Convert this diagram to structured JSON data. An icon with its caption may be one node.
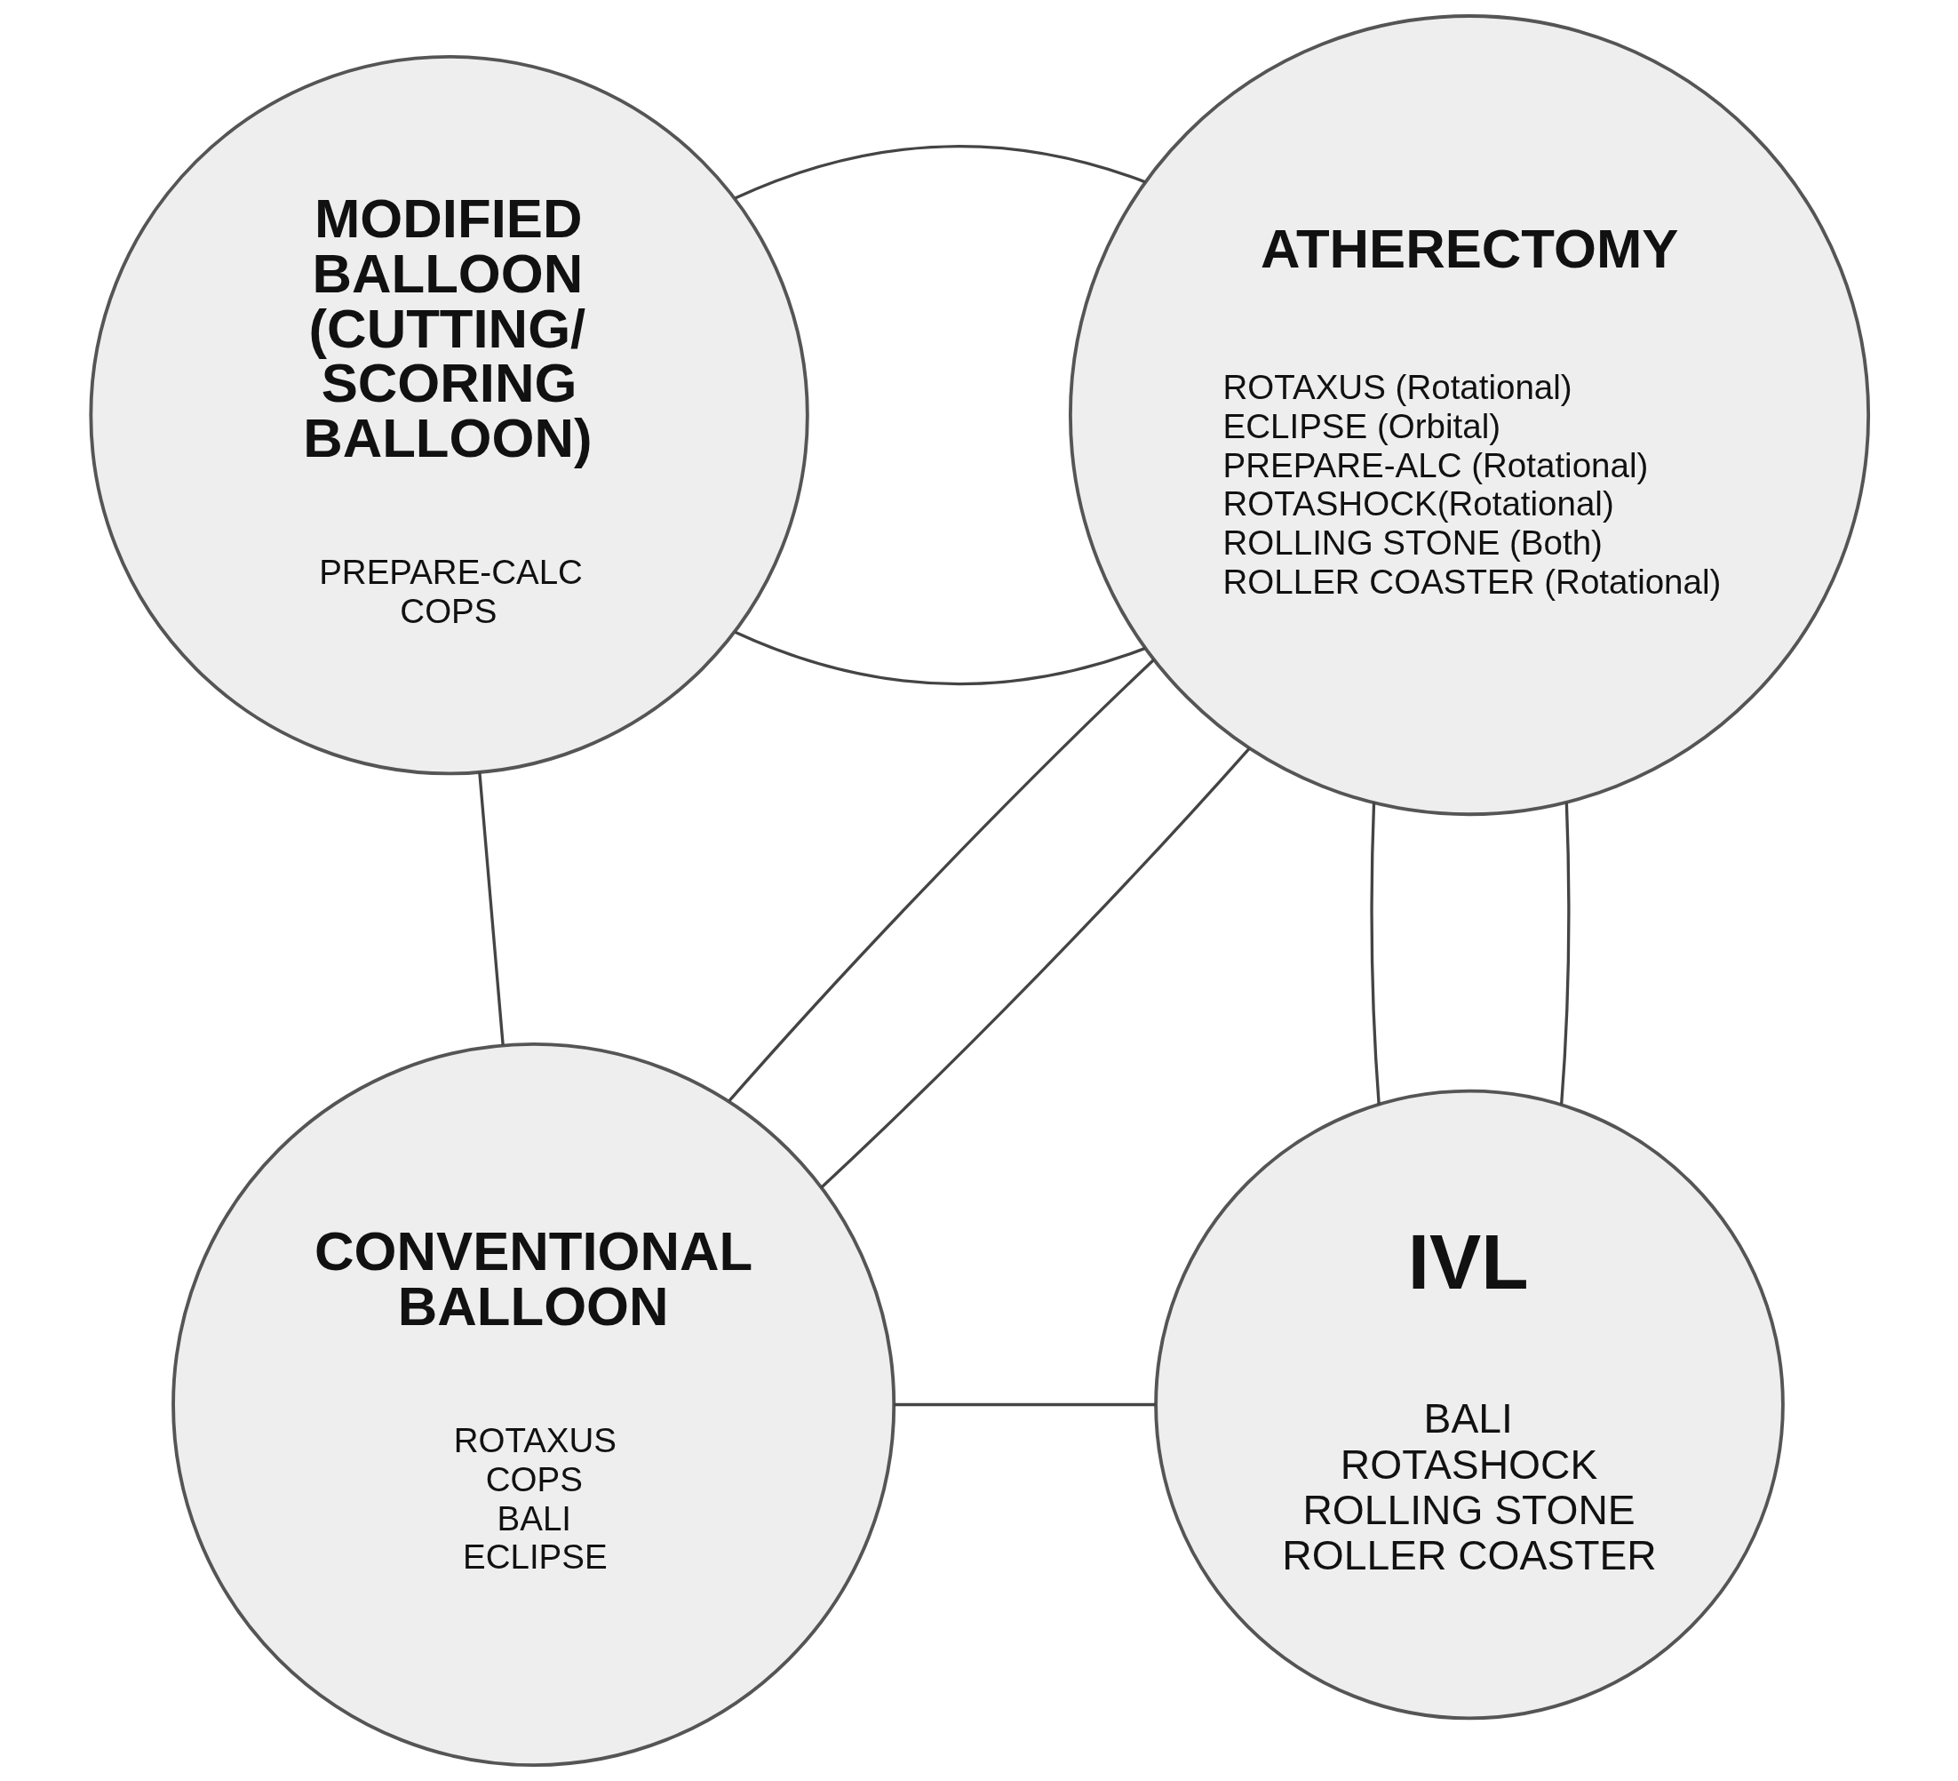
{
  "diagram": {
    "nodes": [
      {
        "text": [
          "MODIFIED BALLOON (CUTTING/ SCORING BALLOON)",
          "PREPARE-CALC",
          "COPS"
        ]
      },
      {
        "text": [
          "ATHERECTOMY",
          "ROTAXUS (Rotational)",
          "ECLIPSE (Orbital)",
          "PREPARE-ALC (Rotational)",
          "ROTASHOCK(Rotational)",
          "ROLLING STONE (Both)",
          "ROLLER COASTER (Rotational)"
        ]
      },
      {
        "text": [
          "CONVENTIONAL BALLOON",
          "ROTAXUS",
          "COPS",
          "BALI",
          "ECLIPSE"
        ]
      },
      {
        "text": [
          "IVL",
          "BALI",
          "ROTASHOCK",
          "ROLLING STONE",
          "ROLLER COASTER"
        ]
      }
    ],
    "edges": [
      {
        "from": 0,
        "to": 1,
        "arrow": "none"
      },
      {
        "from": 0,
        "to": 1,
        "arrow": "none"
      },
      {
        "from": 0,
        "to": 2,
        "arrow": "none"
      },
      {
        "from": 1,
        "to": 2,
        "arrow": "none"
      },
      {
        "from": 1,
        "to": 2,
        "arrow": "none"
      },
      {
        "from": 1,
        "to": 3,
        "arrow": "none"
      },
      {
        "from": 1,
        "to": 3,
        "arrow": "none"
      },
      {
        "from": 2,
        "to": 3,
        "arrow": "none"
      }
    ]
  }
}
